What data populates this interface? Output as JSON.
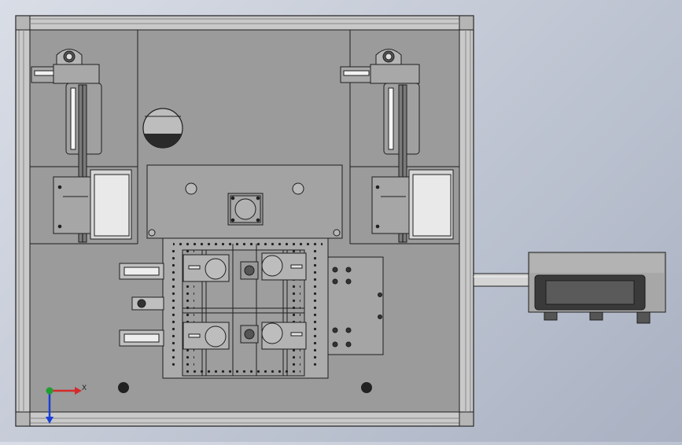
{
  "viewport": {
    "background_colors": [
      "#d9dde6",
      "#c4cad6",
      "#a9b1c2"
    ]
  },
  "model": {
    "frame_color": "#c8c8c8",
    "plate_color": "#9b9b9b",
    "edge_color": "#1e1e1e",
    "dark_part_color": "#2a2a2a"
  },
  "triad": {
    "x_label": "X",
    "x_color": "#d42a2a",
    "y_color": "#1a3fd6",
    "z_color": "#1f9f2f"
  },
  "components": {
    "frame_members": 4,
    "holes": 44,
    "motor_housing": 3
  }
}
